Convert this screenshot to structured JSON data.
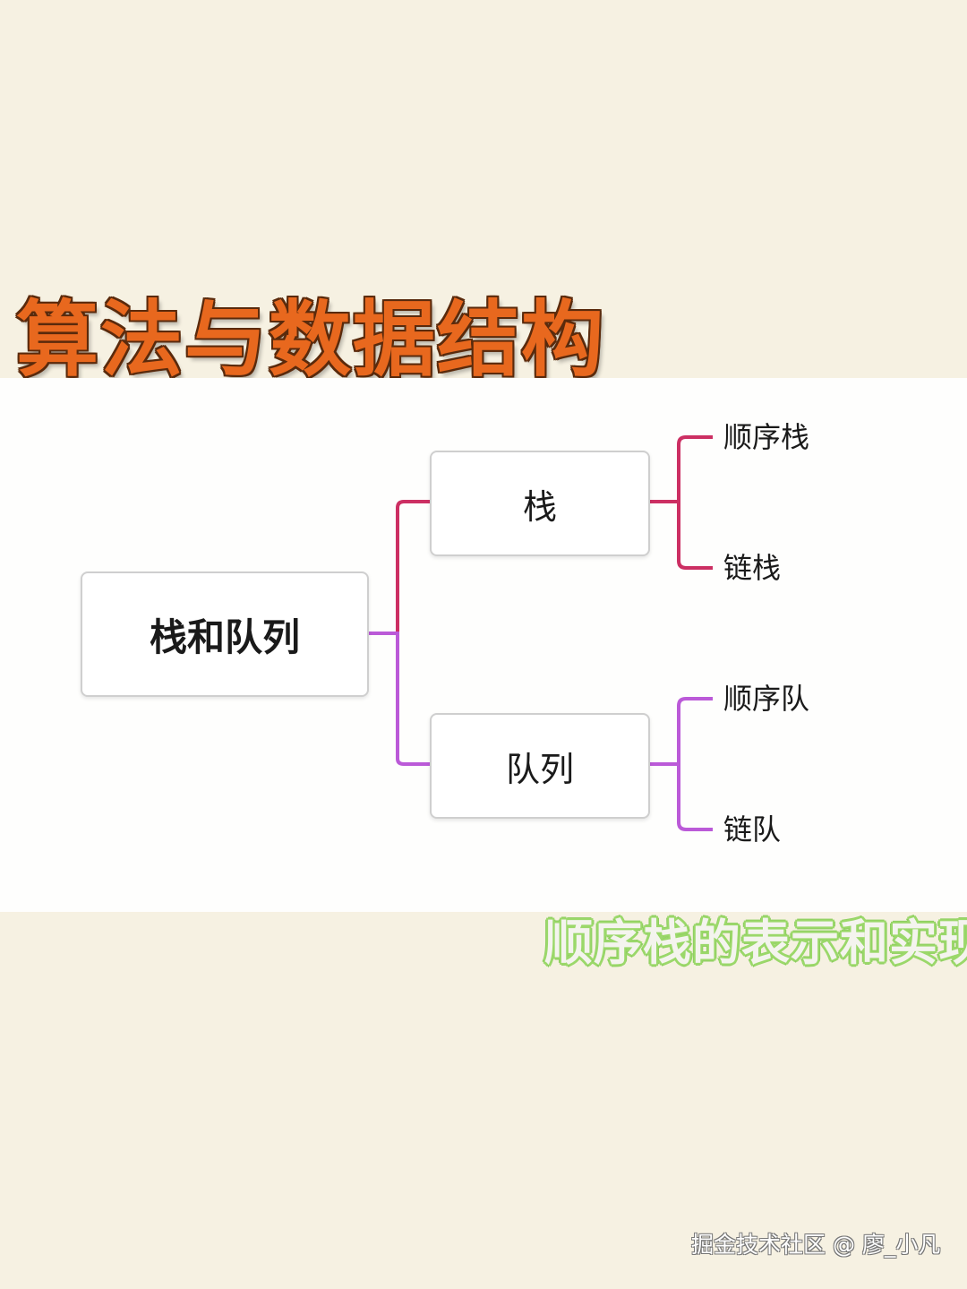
{
  "header": {
    "title": "算法与数据结构"
  },
  "diagram": {
    "root": "栈和队列",
    "branches": [
      {
        "label": "栈",
        "children": [
          "顺序栈",
          "链栈"
        ],
        "color": "#cc2f63"
      },
      {
        "label": "队列",
        "children": [
          "顺序队",
          "链队"
        ],
        "color": "#bb5ad8"
      }
    ]
  },
  "footer": {
    "subtitle": "顺序栈的表示和实现",
    "watermark": "掘金技术社区 @ 廖_小凡"
  },
  "colors": {
    "background": "#f6f1e2",
    "panel": "#fefefd",
    "title_orange": "#e8681e",
    "subtitle_green": "#9bd86a"
  }
}
